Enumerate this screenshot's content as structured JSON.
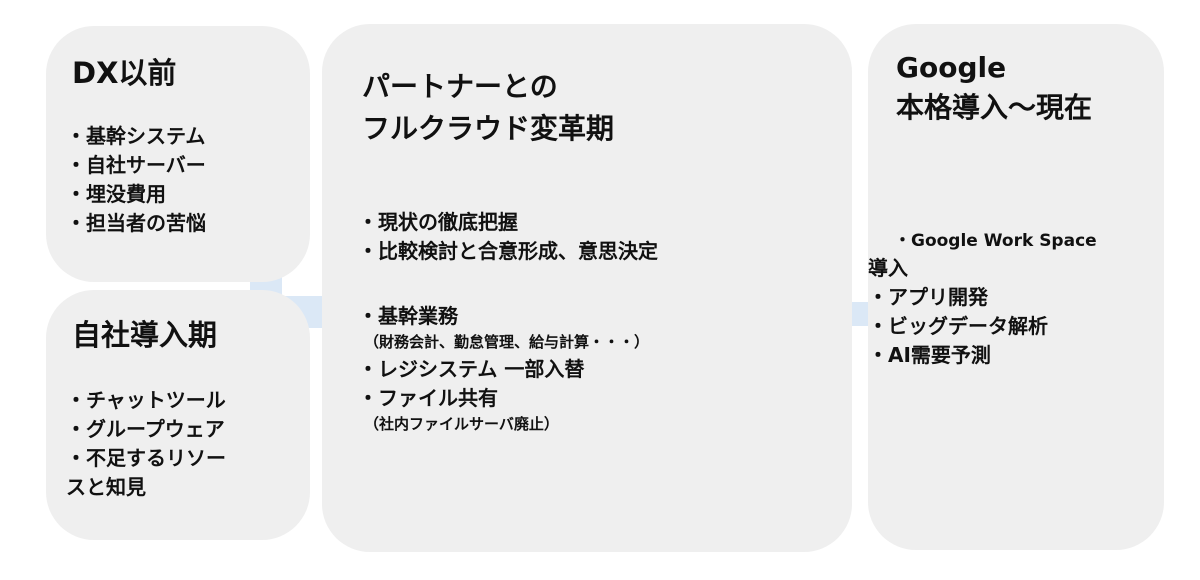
{
  "colors": {
    "panel": "#efefef",
    "arrow": "#dbe8f6",
    "text": "#111111"
  },
  "panels": {
    "dx": {
      "title": "DX以前",
      "items": [
        "・基幹システム",
        "・自社サーバー",
        "・埋没費用",
        "・担当者の苦悩"
      ]
    },
    "self": {
      "title": "自社導入期",
      "items": [
        "・チャットツール",
        "・グループウェア",
        "・不足するリソー",
        "スと知見"
      ]
    },
    "partner": {
      "title_line1": "パートナーとの",
      "title_line2": "フルクラウド変革期",
      "items1": [
        "・現状の徹底把握",
        "・比較検討と合意形成、意思決定"
      ],
      "items2": {
        "core": "・基幹業務",
        "core_sub": "（財務会計、勤怠管理、給与計算・・・）",
        "register": "・レジシステム 一部入替",
        "file": "・ファイル共有",
        "file_sub": "（社内ファイルサーバ廃止）"
      }
    },
    "google": {
      "title_line1": "Google",
      "title_line2": "本格導入～現在",
      "items": [
        "・Google Work Space",
        "導入",
        "・アプリ開発",
        "・ビッグデータ解析",
        "・AI需要予測"
      ]
    }
  }
}
